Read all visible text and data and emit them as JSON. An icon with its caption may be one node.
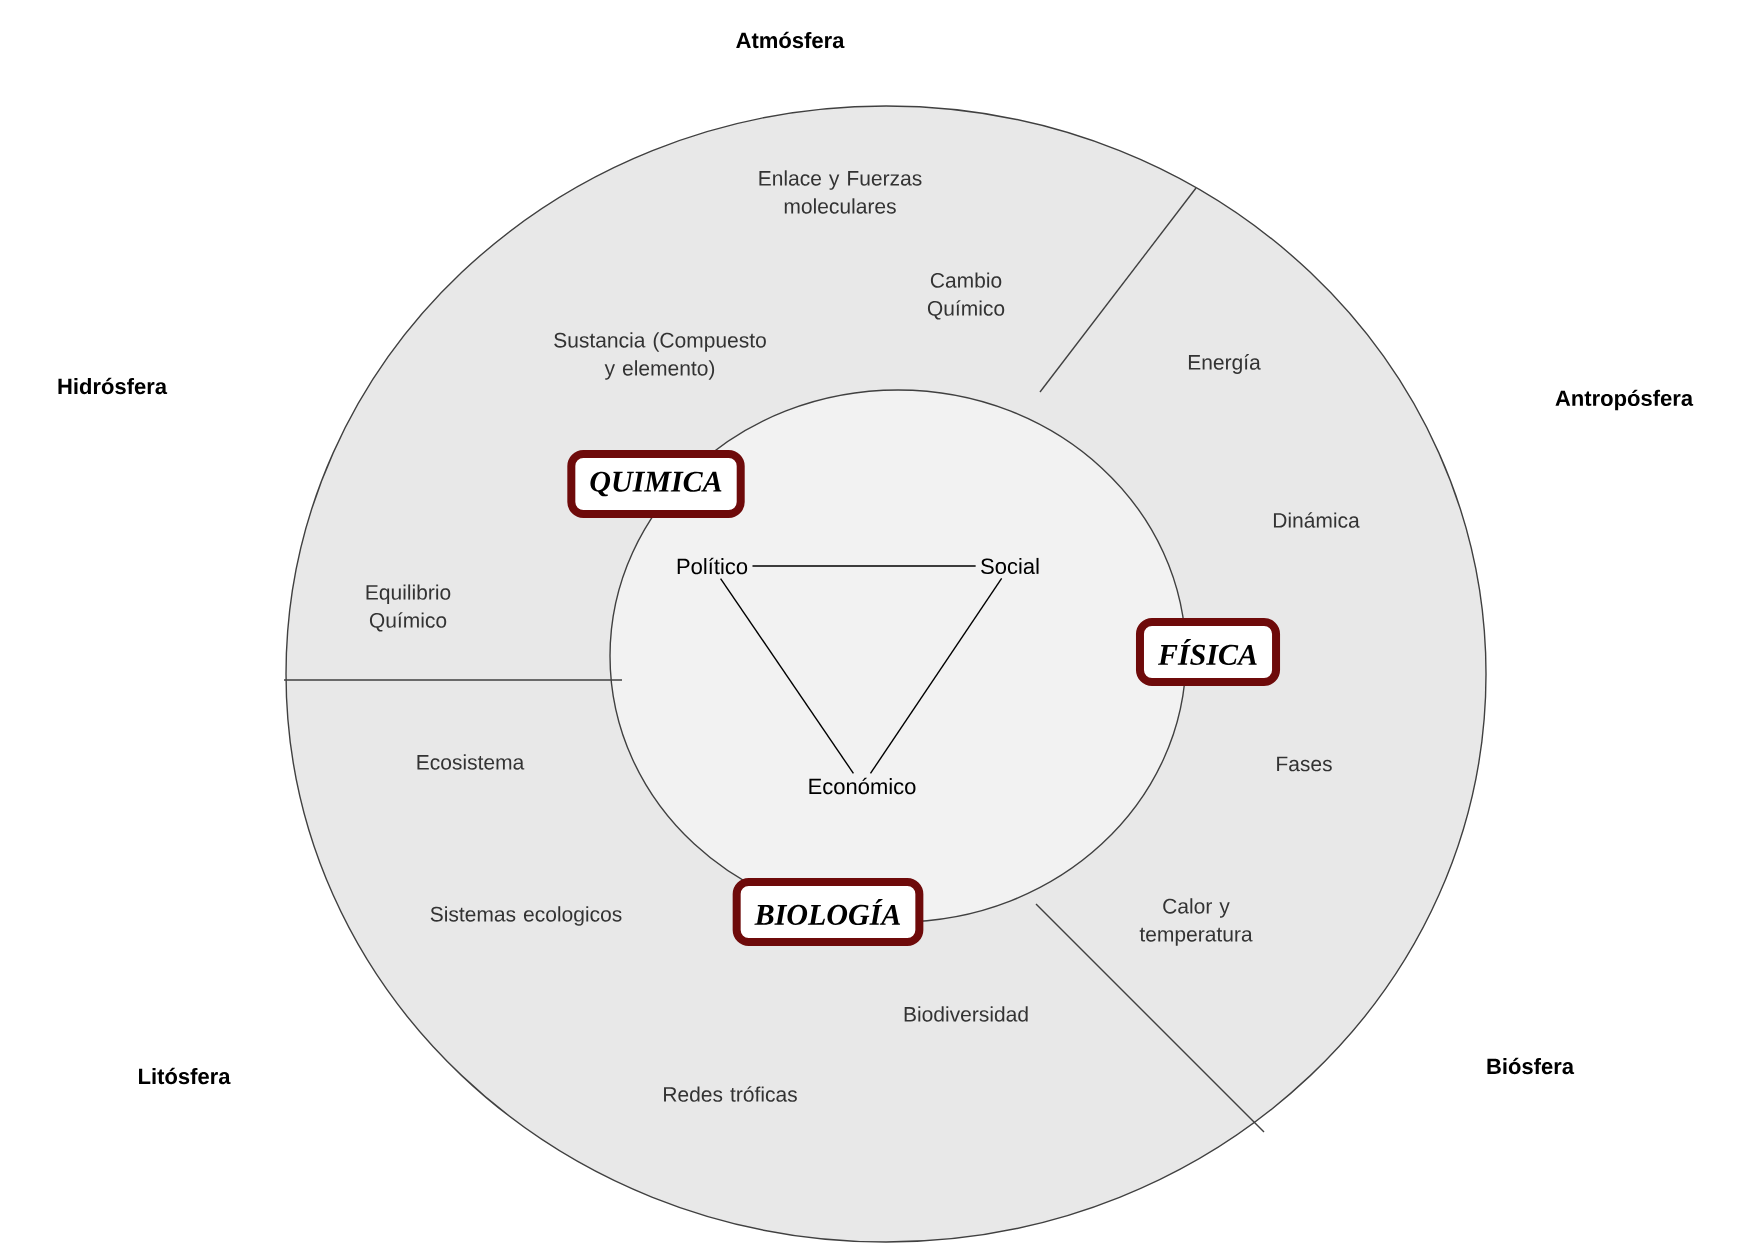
{
  "diagram": {
    "nodes": [
      {
        "text": [
          "QUIMICA"
        ]
      },
      {
        "text": [
          "FÍSICA"
        ]
      },
      {
        "text": [
          "BIOLOGÍA"
        ]
      },
      {
        "text": [
          "Político"
        ]
      },
      {
        "text": [
          "Social"
        ]
      },
      {
        "text": [
          "Económico"
        ]
      }
    ],
    "edges": [
      {
        "from": 3,
        "to": 4,
        "arrow": "none"
      },
      {
        "from": 3,
        "to": 5,
        "arrow": "none"
      },
      {
        "from": 4,
        "to": 5,
        "arrow": "none"
      }
    ],
    "labels": [
      "Atmósfera",
      "Enlace y Fuerzas moleculares",
      "Cambio Químico",
      "Hidrósfera",
      "Sustancia (Compuesto y elemento)",
      "Energía",
      "Antropósfera",
      "Dinámica",
      "Equilibrio Químico",
      "Ecosistema",
      "Fases",
      "Sistemas ecologicos",
      "Calor y temperatura",
      "Biodiversidad",
      "Litósfera",
      "Biósfera",
      "Redes tróficas"
    ]
  }
}
